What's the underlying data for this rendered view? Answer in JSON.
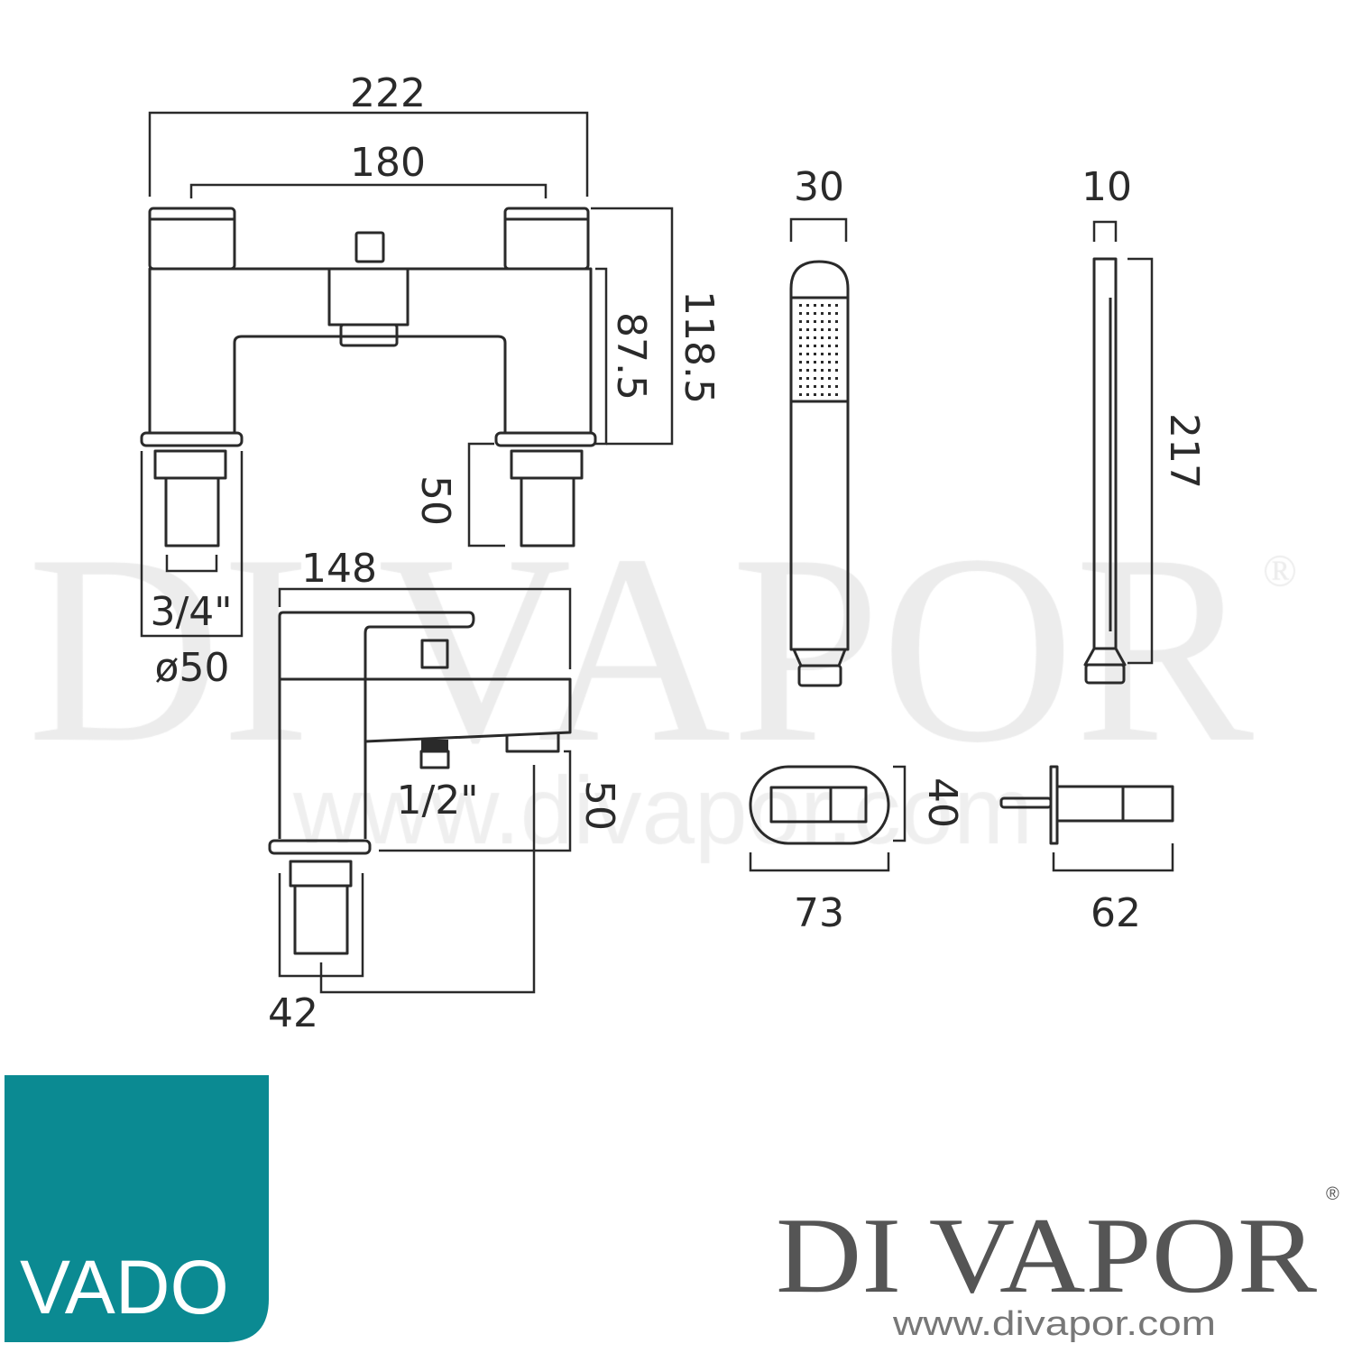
{
  "watermark": {
    "brand": "DI VAPOR",
    "registered": "®",
    "url": "www.divapor.com"
  },
  "dimensions": {
    "overall_width": "222",
    "centres": "180",
    "handset_width": "30",
    "handset_depth": "10",
    "total_height": "118.5",
    "body_height": "87.5",
    "shank_length": "50",
    "inlet_thread": "3/4\"",
    "base_diameter": "ø50",
    "projection": "148",
    "outlet_thread": "1/2\"",
    "spout_height": "50",
    "base_depth": "42",
    "handset_length": "217",
    "holder_height": "40",
    "holder_width": "73",
    "holder_projection": "62"
  },
  "logos": {
    "vado": {
      "text": "VADO",
      "color": "#0b8a92"
    },
    "divapor": {
      "text": "DI VAPOR",
      "registered": "®",
      "url": "www.divapor.com",
      "color": "#555555"
    }
  }
}
